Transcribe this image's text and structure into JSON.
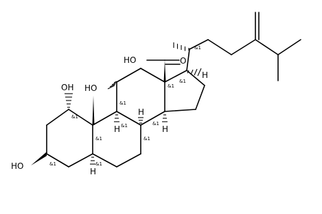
{
  "atoms": {
    "ho_acid": "HO",
    "o_carbonyl": "O",
    "oh_c11": "HO",
    "oh_c1": "OH",
    "ho_c3": "HO",
    "h_c17": "H",
    "h_c8": "H",
    "h_c9": "H",
    "h_c14": "H",
    "h_c5": "H"
  },
  "stereo_label": "&1",
  "colors": {
    "ink": "#000000",
    "background": "#ffffff"
  }
}
